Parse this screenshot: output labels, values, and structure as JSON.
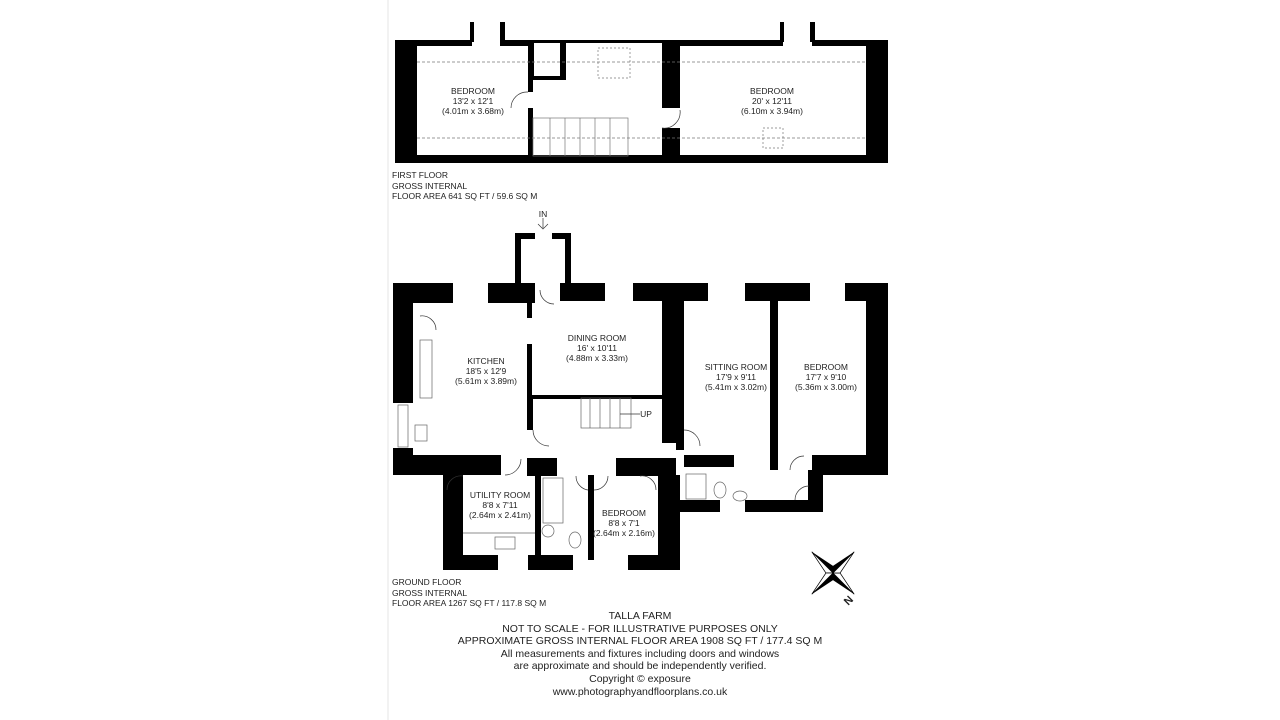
{
  "first_floor": {
    "rooms": [
      {
        "name": "BEDROOM",
        "imperial": "13'2 x 12'1",
        "metric": "(4.01m x 3.68m)"
      },
      {
        "name": "BEDROOM",
        "imperial": "20' x 12'11",
        "metric": "(6.10m x 3.94m)"
      }
    ],
    "info": [
      "FIRST FLOOR",
      "GROSS INTERNAL",
      "FLOOR AREA 641 SQ FT / 59.6 SQ M"
    ]
  },
  "ground_floor": {
    "entrance_label": "IN",
    "stairs_label": "UP",
    "rooms": [
      {
        "name": "KITCHEN",
        "imperial": "18'5 x 12'9",
        "metric": "(5.61m x 3.89m)"
      },
      {
        "name": "DINING ROOM",
        "imperial": "16' x 10'11",
        "metric": "(4.88m x 3.33m)"
      },
      {
        "name": "SITTING ROOM",
        "imperial": "17'9 x 9'11",
        "metric": "(5.41m x 3.02m)"
      },
      {
        "name": "BEDROOM",
        "imperial": "17'7 x 9'10",
        "metric": "(5.36m x 3.00m)"
      },
      {
        "name": "UTILITY ROOM",
        "imperial": "8'8 x 7'11",
        "metric": "(2.64m x 2.41m)"
      },
      {
        "name": "BEDROOM",
        "imperial": "8'8 x 7'1",
        "metric": "(2.64m x 2.16m)"
      }
    ],
    "info": [
      "GROUND FLOOR",
      "GROSS INTERNAL",
      "FLOOR AREA 1267 SQ FT / 117.8 SQ M"
    ]
  },
  "compass": {
    "label": "N"
  },
  "footer": [
    "TALLA FARM",
    "NOT TO SCALE - FOR ILLUSTRATIVE PURPOSES ONLY",
    "APPROXIMATE GROSS INTERNAL FLOOR AREA 1908 SQ FT / 177.4 SQ M",
    "All measurements and fixtures including doors and windows",
    "are approximate and should be independently verified.",
    "Copyright © exposure",
    "www.photographyandfloorplans.co.uk"
  ],
  "colors": {
    "wall": "#000000",
    "background": "#ffffff"
  }
}
